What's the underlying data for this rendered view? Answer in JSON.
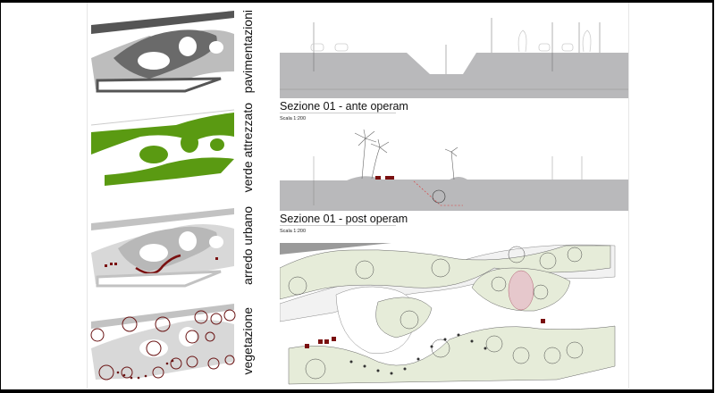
{
  "layers": [
    {
      "label": "pavimentazioni"
    },
    {
      "label": "verde attrezzato"
    },
    {
      "label": "arredo urbano"
    },
    {
      "label": "vegetazione"
    }
  ],
  "sections": [
    {
      "title": "Sezione 01 - ante operam",
      "scale": "Scala 1:200"
    },
    {
      "title": "Sezione 01 - post operam",
      "scale": "Scala 1:200"
    }
  ],
  "colors": {
    "green": "#5a9a12",
    "dark_red": "#7a1010",
    "gray": "#b4b4b4",
    "dark_gray": "#6e6e6e",
    "plan_green": "#e6ecd9"
  }
}
